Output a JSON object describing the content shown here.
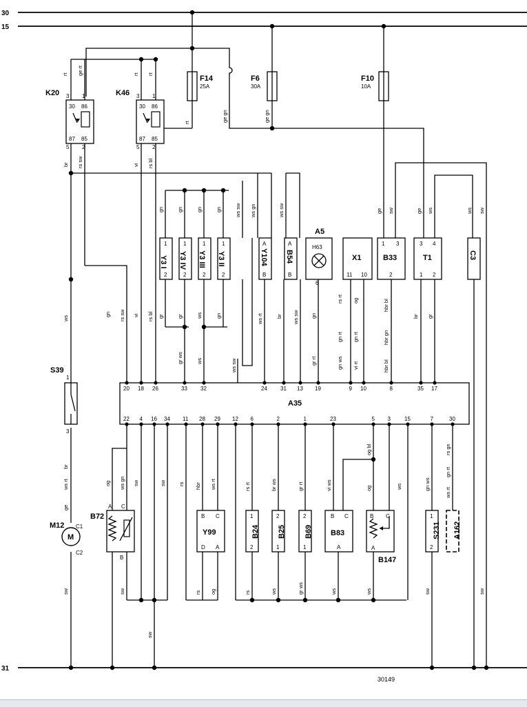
{
  "diagram": {
    "number": "30149",
    "bus_labels": {
      "b30": "30",
      "b15": "15",
      "b31": "31"
    },
    "components": {
      "K20": "K20",
      "K46": "K46",
      "F14": "F14",
      "F6": "F6",
      "F10": "F10",
      "A5": "A5",
      "H63": "H63",
      "X1": "X1",
      "B33": "B33",
      "T1": "T1",
      "C3": "C3",
      "Y104": "Y104",
      "B54": "B54",
      "S39": "S39",
      "M12": "M12",
      "A35": "A35",
      "B72": "B72",
      "Y99": "Y99",
      "B24": "B24",
      "B25": "B25",
      "B69": "B69",
      "B83": "B83",
      "B147": "B147",
      "S231": "S231",
      "A162": "A162",
      "Y3I": "Y3 I",
      "Y3IV": "Y3 IV",
      "Y3III": "Y3 III",
      "Y3II": "Y3 II"
    },
    "ratings": {
      "F14": "25A",
      "F6": "30A",
      "F10": "10A"
    },
    "wire_colors": {
      "rt": "rt",
      "gert": "ge rt",
      "gegn": "ge gn",
      "ge": "ge",
      "sw": "sw",
      "ws": "ws",
      "br": "br",
      "rssw": "rs sw",
      "vi": "vi",
      "rsbl": "rs bl",
      "gn": "gn",
      "gr": "gr",
      "grws": "gr ws",
      "wssw": "ws sw",
      "wsgn": "ws gn",
      "wsrt": "ws rt",
      "rs": "rs",
      "rsrt": "rs rt",
      "og": "og",
      "gnrt": "gn rt",
      "gnws": "gn ws",
      "virt": "vi rt",
      "hbrbl": "hbr bl",
      "hbrgn": "hbr gn",
      "hbr": "hbr",
      "brws": "br ws",
      "grrt": "gr rt",
      "viws": "vi ws",
      "ogbl": "og bl",
      "rsgn": "rs gn",
      "wsgn2": "ws gn"
    },
    "a35_top_pins": [
      "20",
      "18",
      "26",
      "33",
      "32",
      "24",
      "31",
      "13",
      "19",
      "9",
      "10",
      "8",
      "35",
      "17"
    ],
    "a35_bottom_pins": [
      "22",
      "4",
      "16",
      "34",
      "11",
      "28",
      "29",
      "12",
      "6",
      "2",
      "1",
      "23",
      "5",
      "3",
      "15",
      "7",
      "30"
    ]
  }
}
